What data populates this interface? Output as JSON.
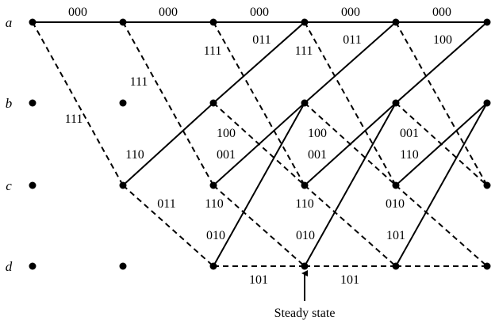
{
  "states": [
    "a",
    "b",
    "c",
    "d"
  ],
  "stages": 6,
  "colors": {
    "ink": "#000000",
    "background": "#ffffff"
  },
  "edges": [
    {
      "from": [
        0,
        "a"
      ],
      "to": [
        1,
        "a"
      ],
      "style": "solid",
      "label": "000"
    },
    {
      "from": [
        1,
        "a"
      ],
      "to": [
        2,
        "a"
      ],
      "style": "solid",
      "label": "000"
    },
    {
      "from": [
        2,
        "a"
      ],
      "to": [
        3,
        "a"
      ],
      "style": "solid",
      "label": "000"
    },
    {
      "from": [
        3,
        "a"
      ],
      "to": [
        4,
        "a"
      ],
      "style": "solid",
      "label": "000"
    },
    {
      "from": [
        4,
        "a"
      ],
      "to": [
        5,
        "a"
      ],
      "style": "solid",
      "label": "000"
    },
    {
      "from": [
        0,
        "a"
      ],
      "to": [
        1,
        "c"
      ],
      "style": "dashed",
      "label": "111"
    },
    {
      "from": [
        1,
        "a"
      ],
      "to": [
        2,
        "c"
      ],
      "style": "dashed",
      "label": "111"
    },
    {
      "from": [
        2,
        "a"
      ],
      "to": [
        3,
        "c"
      ],
      "style": "dashed",
      "label": "111"
    },
    {
      "from": [
        3,
        "a"
      ],
      "to": [
        4,
        "c"
      ],
      "style": "dashed",
      "label": "111"
    },
    {
      "from": [
        4,
        "a"
      ],
      "to": [
        5,
        "c"
      ],
      "style": "dashed",
      "label": ""
    },
    {
      "from": [
        1,
        "c"
      ],
      "to": [
        2,
        "b"
      ],
      "style": "solid",
      "label": "001"
    },
    {
      "from": [
        1,
        "c"
      ],
      "to": [
        2,
        "d"
      ],
      "style": "dashed",
      "label": "110"
    },
    {
      "from": [
        2,
        "b"
      ],
      "to": [
        3,
        "a"
      ],
      "style": "solid",
      "label": "011"
    },
    {
      "from": [
        3,
        "b"
      ],
      "to": [
        4,
        "a"
      ],
      "style": "solid",
      "label": "011"
    },
    {
      "from": [
        4,
        "b"
      ],
      "to": [
        5,
        "a"
      ],
      "style": "solid",
      "label": "011"
    },
    {
      "from": [
        2,
        "b"
      ],
      "to": [
        3,
        "c"
      ],
      "style": "dashed",
      "label": "100"
    },
    {
      "from": [
        3,
        "b"
      ],
      "to": [
        4,
        "c"
      ],
      "style": "dashed",
      "label": "100"
    },
    {
      "from": [
        4,
        "b"
      ],
      "to": [
        5,
        "c"
      ],
      "style": "dashed",
      "label": "100"
    },
    {
      "from": [
        2,
        "c"
      ],
      "to": [
        3,
        "b"
      ],
      "style": "solid",
      "label": "001"
    },
    {
      "from": [
        3,
        "c"
      ],
      "to": [
        4,
        "b"
      ],
      "style": "solid",
      "label": "001"
    },
    {
      "from": [
        4,
        "c"
      ],
      "to": [
        5,
        "b"
      ],
      "style": "solid",
      "label": "001"
    },
    {
      "from": [
        2,
        "c"
      ],
      "to": [
        3,
        "d"
      ],
      "style": "dashed",
      "label": "110"
    },
    {
      "from": [
        3,
        "c"
      ],
      "to": [
        4,
        "d"
      ],
      "style": "dashed",
      "label": "110"
    },
    {
      "from": [
        4,
        "c"
      ],
      "to": [
        5,
        "d"
      ],
      "style": "dashed",
      "label": "110"
    },
    {
      "from": [
        2,
        "d"
      ],
      "to": [
        3,
        "b"
      ],
      "style": "solid",
      "label": "010"
    },
    {
      "from": [
        3,
        "d"
      ],
      "to": [
        4,
        "b"
      ],
      "style": "solid",
      "label": "010"
    },
    {
      "from": [
        4,
        "d"
      ],
      "to": [
        5,
        "b"
      ],
      "style": "solid",
      "label": "010"
    },
    {
      "from": [
        2,
        "d"
      ],
      "to": [
        3,
        "d"
      ],
      "style": "dashed",
      "label": "101"
    },
    {
      "from": [
        3,
        "d"
      ],
      "to": [
        4,
        "d"
      ],
      "style": "dashed",
      "label": "101"
    },
    {
      "from": [
        4,
        "d"
      ],
      "to": [
        5,
        "d"
      ],
      "style": "dashed",
      "label": "101"
    }
  ],
  "annotation": {
    "text": "Steady state",
    "stage": 3
  }
}
